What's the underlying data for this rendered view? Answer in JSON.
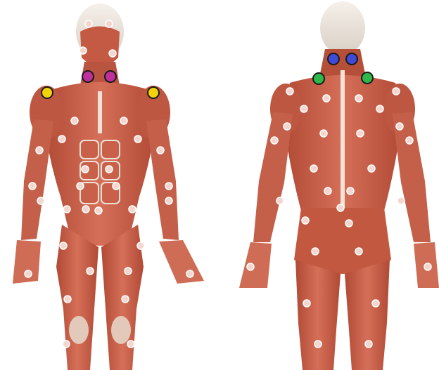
{
  "figure": {
    "views": [
      "front",
      "back"
    ],
    "colors": {
      "background": "#ffffff",
      "muscle": "#c8614a",
      "muscle_dark": "#a8432f",
      "muscle_light": "#e08a72",
      "tendon": "#efe2d6",
      "skull": "#ede6dd",
      "marker_default": "#f4d6cf",
      "marker_outline": "#ffffff"
    }
  },
  "markers": {
    "highlighted": [
      {
        "view": "front",
        "area": "neck-left",
        "color": "#c0309a",
        "kind": "magenta"
      },
      {
        "view": "front",
        "area": "neck-right",
        "color": "#c0309a",
        "kind": "magenta"
      },
      {
        "view": "front",
        "area": "shoulder-left",
        "color": "#f2d20a",
        "kind": "yellow"
      },
      {
        "view": "front",
        "area": "shoulder-right",
        "color": "#f2d20a",
        "kind": "yellow"
      },
      {
        "view": "back",
        "area": "upper-neck-left",
        "color": "#3f4bd6",
        "kind": "blue"
      },
      {
        "view": "back",
        "area": "upper-neck-right",
        "color": "#3f4bd6",
        "kind": "blue"
      },
      {
        "view": "back",
        "area": "trapezius-left",
        "color": "#2fb84a",
        "kind": "green"
      },
      {
        "view": "back",
        "area": "trapezius-right",
        "color": "#2fb84a",
        "kind": "green"
      }
    ]
  }
}
